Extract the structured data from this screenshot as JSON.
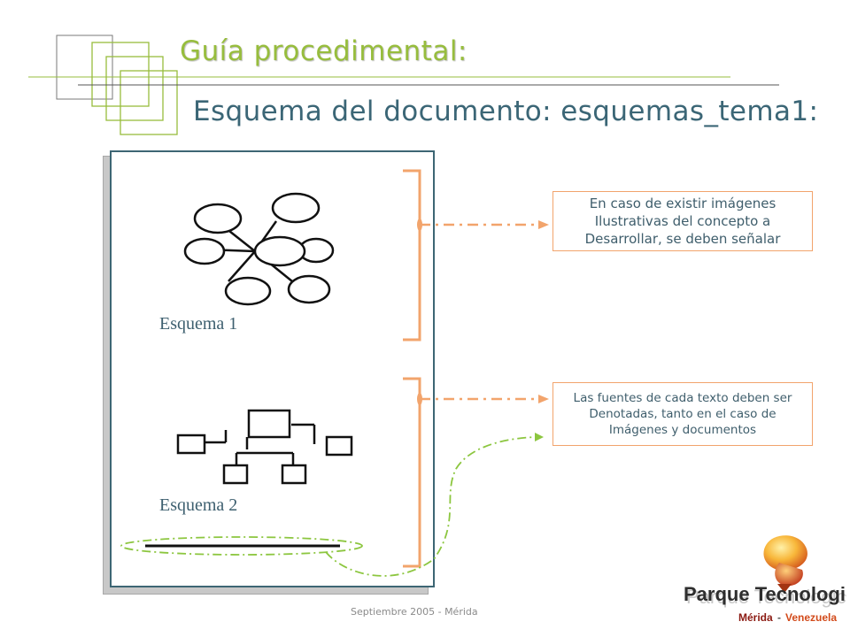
{
  "header": {
    "title": "Guía procedimental:",
    "subtitle": "Esquema del documento: esquemas_tema1:"
  },
  "document": {
    "schemas": [
      {
        "label": "Esquema 1"
      },
      {
        "label": "Esquema 2"
      }
    ]
  },
  "callouts": [
    {
      "lines": [
        "En caso de existir imágenes",
        "Ilustrativas del concepto a",
        "Desarrollar, se deben señalar"
      ]
    },
    {
      "lines": [
        "Las fuentes de cada texto deben ser",
        "Denotadas, tanto en el caso de",
        "Imágenes y documentos"
      ]
    }
  ],
  "footer": {
    "text": "Septiembre 2005 - Mérida"
  },
  "logo": {
    "name": "Parque Tecnologico",
    "city": "Mérida",
    "separator": "-",
    "country": "Venezuela"
  },
  "colors": {
    "title_green": "#97bd3d",
    "subtitle_blue": "#3b6676",
    "bracket_orange": "#f2a46c",
    "curve_green": "#8cc63f",
    "doc_border": "#3d6674"
  }
}
